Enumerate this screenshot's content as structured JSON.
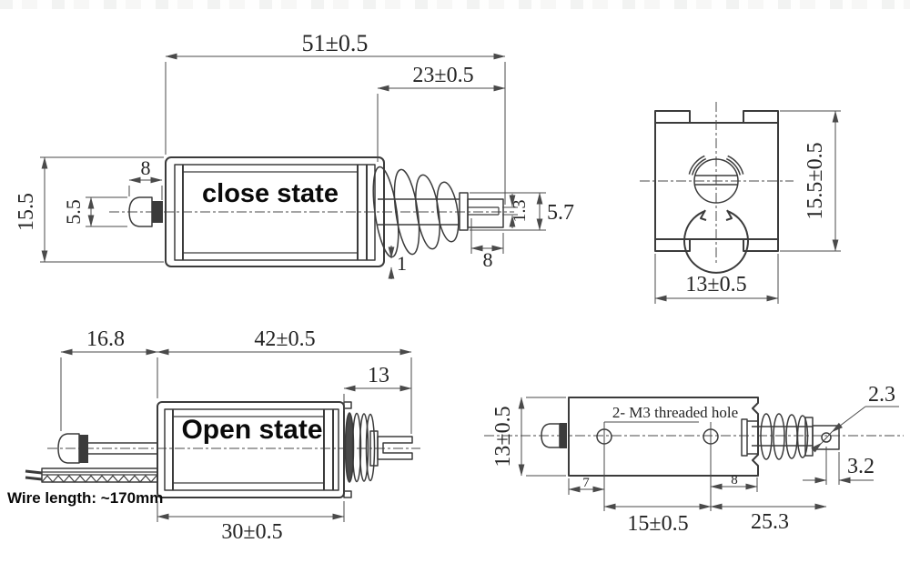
{
  "page": {
    "background": "#ffffff",
    "line_color": "#3b3b3b",
    "dim_line_color": "#4a4a4a",
    "text_color": "#242424"
  },
  "views": {
    "close": {
      "label": "close state",
      "dims": {
        "overall": "51±0.5",
        "stroke": "23±0.5",
        "cap_width": "8",
        "cap_height": "5.5",
        "body_height": "15.5",
        "flange_od": "5.7",
        "rod_d": "1.3",
        "rod_len": "8",
        "plate": "1"
      }
    },
    "end": {
      "dims": {
        "height": "15.5±0.5",
        "width": "13±0.5"
      }
    },
    "open": {
      "label": "Open state",
      "wire_note": "Wire length: ~170mm",
      "dims": {
        "plunger_ext": "16.8",
        "body": "42±0.5",
        "spring": "13",
        "base": "30±0.5"
      }
    },
    "top": {
      "note": "2- M3 threaded hole",
      "dims": {
        "height": "13±0.5",
        "hole_d": "2.3",
        "hole_to_end": "3.2",
        "edge_to_hole": "7",
        "tail": "8",
        "hole_spacing": "15±0.5",
        "span": "25.3"
      }
    }
  }
}
